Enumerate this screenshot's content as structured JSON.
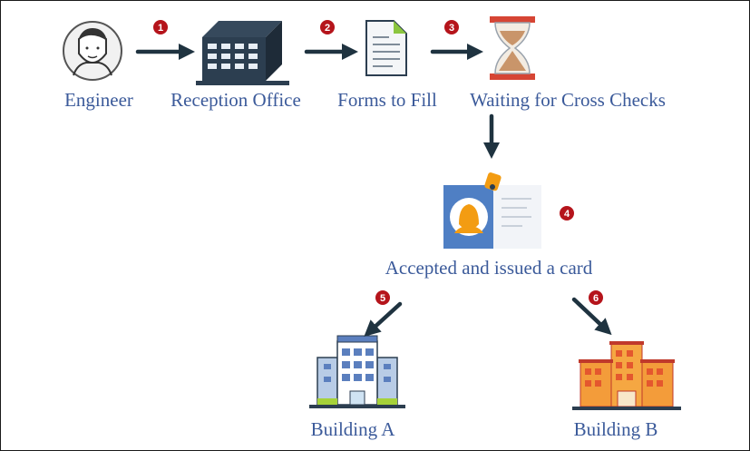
{
  "nodes": {
    "engineer": "Engineer",
    "reception": "Reception Office",
    "forms": "Forms to Fill",
    "waiting": "Waiting for Cross Checks",
    "accepted": "Accepted and issued a card",
    "building_a": "Building A",
    "building_b": "Building B"
  },
  "steps": [
    "1",
    "2",
    "3",
    "4",
    "5",
    "6"
  ],
  "colors": {
    "label": "#3b5a9a",
    "badge": "#b5141b",
    "arrow": "#1f3340",
    "building_a": "#5b7fbe",
    "building_b": "#f28c28"
  }
}
